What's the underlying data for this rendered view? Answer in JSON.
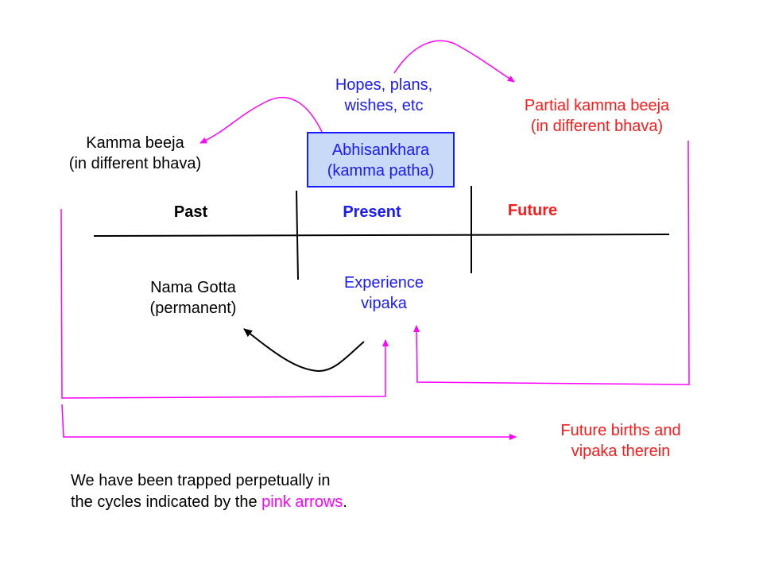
{
  "labels": {
    "kamma_beeja_line1": "Kamma beeja",
    "kamma_beeja_line2": "(in different bhava)",
    "hopes_line1": "Hopes, plans,",
    "hopes_line2": "wishes, etc",
    "partial_line1": "Partial kamma beeja",
    "partial_line2": "(in different bhava)",
    "abhisankhara_line1": "Abhisankhara",
    "abhisankhara_line2": "(kamma patha)",
    "past": "Past",
    "present": "Present",
    "future": "Future",
    "nama_gotta_line1": "Nama Gotta",
    "nama_gotta_line2": "(permanent)",
    "experience_line1": "Experience",
    "experience_line2": "vipaka",
    "future_births_line1": "Future births and",
    "future_births_line2": "vipaka therein"
  },
  "note": {
    "line1": "We have been trapped perpetually in",
    "line2_prefix": "the cycles indicated by the ",
    "line2_highlight": "pink arrows",
    "line2_suffix": "."
  },
  "colors": {
    "arrow_pink": "#ff00ff",
    "text_blue": "#1a1aff",
    "text_red": "#ff1a1a",
    "box_fill": "#c9daf8"
  }
}
